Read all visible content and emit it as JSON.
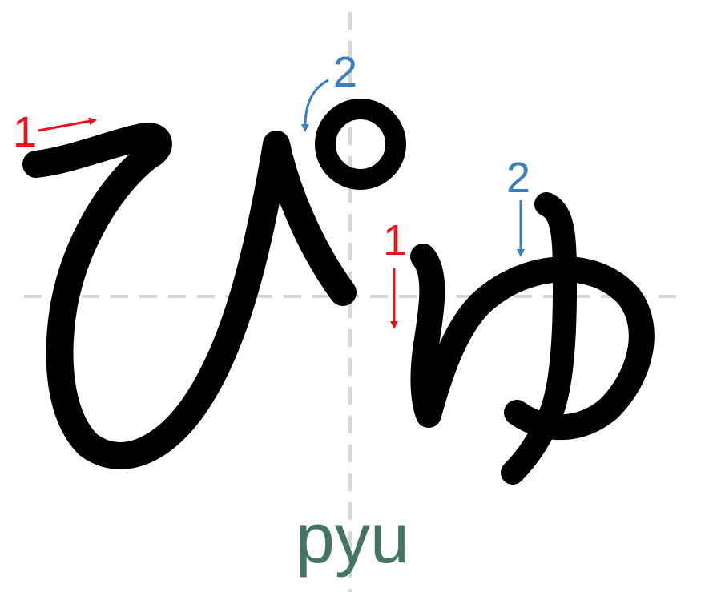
{
  "kana": "ぴゅ",
  "romaji": "pyu",
  "stroke_labels": {
    "pi_stroke_1": "1",
    "pi_stroke_2": "2",
    "yu_stroke_1": "1",
    "yu_stroke_2": "2"
  },
  "colors": {
    "stroke_1": "#e8141e",
    "stroke_2": "#3a7fc1",
    "glyph": "#000000",
    "guide": "#d3d8d6",
    "romaji": "#437560"
  }
}
